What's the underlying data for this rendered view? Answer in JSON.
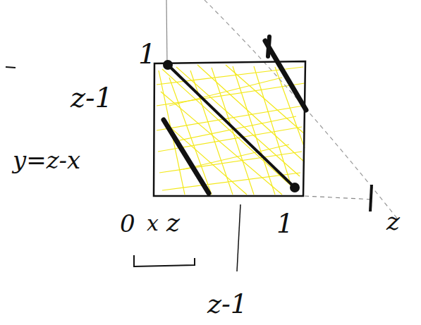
{
  "diagram": {
    "labels": [
      "1",
      "z-1",
      "y=z-x",
      "0",
      "x",
      "z",
      "1",
      "z",
      "z-1"
    ]
  }
}
